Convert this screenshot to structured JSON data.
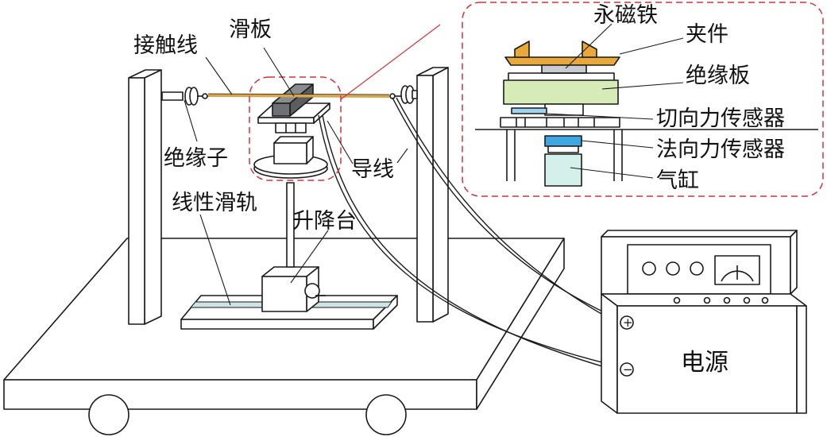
{
  "labels": {
    "contact_wire": "接触线",
    "slider": "滑板",
    "insulator": "绝缘子",
    "wire": "导线",
    "linear_rail": "线性滑轨",
    "lift_table": "升降台",
    "power_supply": "电源",
    "plus": "+",
    "minus": "−"
  },
  "inset": {
    "permanent_magnet": "永磁铁",
    "clamp": "夹件",
    "insulating_board": "绝缘板",
    "tangential_sensor": "切向力传感器",
    "normal_sensor": "法向力传感器",
    "cylinder": "气缸"
  },
  "colors": {
    "line": "#1a1a1a",
    "contact_wire": "#d9a54a",
    "slider": "#6e7173",
    "dashed_callout": "#d0333a",
    "clamp": "#e8a93a",
    "insulating_board": "#d6ebb8",
    "tangential_sensor": "#9fd3ee",
    "normal_sensor": "#3fa7e0",
    "cylinder": "#d4f0ea",
    "magnet": "#c9cccf"
  }
}
